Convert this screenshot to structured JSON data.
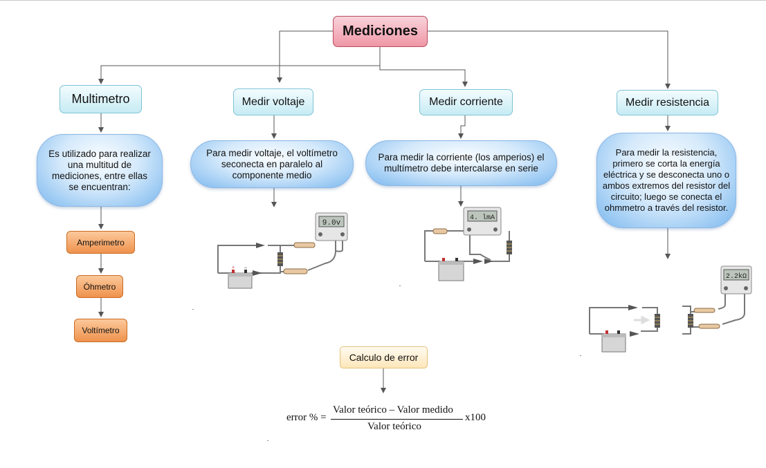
{
  "root": {
    "label": "Mediciones"
  },
  "topics": [
    {
      "id": "multimetro",
      "label": "Multimetro"
    },
    {
      "id": "voltaje",
      "label": "Medir voltaje"
    },
    {
      "id": "corriente",
      "label": "Medir corriente"
    },
    {
      "id": "resistencia",
      "label": "Medir resistencia"
    }
  ],
  "bubbles": {
    "multimetro": "Es utilizado para realizar una multitud de mediciones, entre ellas se encuentran:",
    "voltaje": "Para medir voltaje, el voltímetro seconecta en paralelo al componente medio",
    "corriente": "Para medir la corriente (los amperios) el multímetro debe intercalarse en serie",
    "resistencia": "Para medir la resistencia, primero se corta la energía eléctrica y se desconecta uno o ambos extremos del resistor del circuito; luego se conecta el ohmmetro a través del resistor."
  },
  "instruments": [
    {
      "id": "amperimetro",
      "label": "Amperimetro"
    },
    {
      "id": "ohmetro",
      "label": "Óhmetro"
    },
    {
      "id": "voltimetro",
      "label": "Voltímetro"
    }
  ],
  "error_calc": {
    "label": "Calculo de error"
  },
  "formula": {
    "lhs": "error % =",
    "numerator": "Valor teórico  – Valor medido",
    "denominator": "Valor teórico",
    "multiplier": "x100"
  },
  "meters": {
    "voltage_display": "9.0v",
    "current_display": "4. lmA",
    "resistance_display": "2.2kΩ"
  },
  "colors": {
    "root_fill": "#ef97a6",
    "topic_fill": "#c6ebf4",
    "bubble_fill": "#9ccaf3",
    "instrument_fill": "#ef924d",
    "error_fill": "#fde6ba",
    "connector": "#555555"
  }
}
